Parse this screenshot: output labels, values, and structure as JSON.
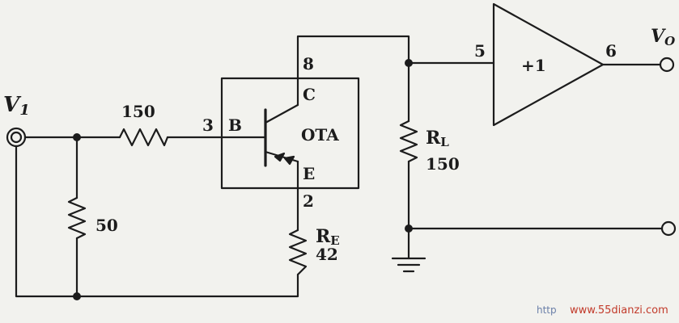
{
  "labels": {
    "input": "V",
    "input_sub": "1",
    "output": "V",
    "output_sub": "O",
    "r_series_value": "150",
    "r_shunt_value": "50",
    "re_name": "R",
    "re_sub": "E",
    "re_value": "42",
    "rl_name": "R",
    "rl_sub": "L",
    "rl_value": "150",
    "ota_name": "OTA",
    "pin_base_num": "3",
    "pin_base": "B",
    "pin_collector_num": "8",
    "pin_collector": "C",
    "pin_emitter_num": "2",
    "pin_emitter": "E",
    "buffer_gain": "+1",
    "buffer_in_pin": "5",
    "buffer_out_pin": "6"
  },
  "watermark": {
    "prefix": "http",
    "site": "www.55dianzi.com"
  }
}
